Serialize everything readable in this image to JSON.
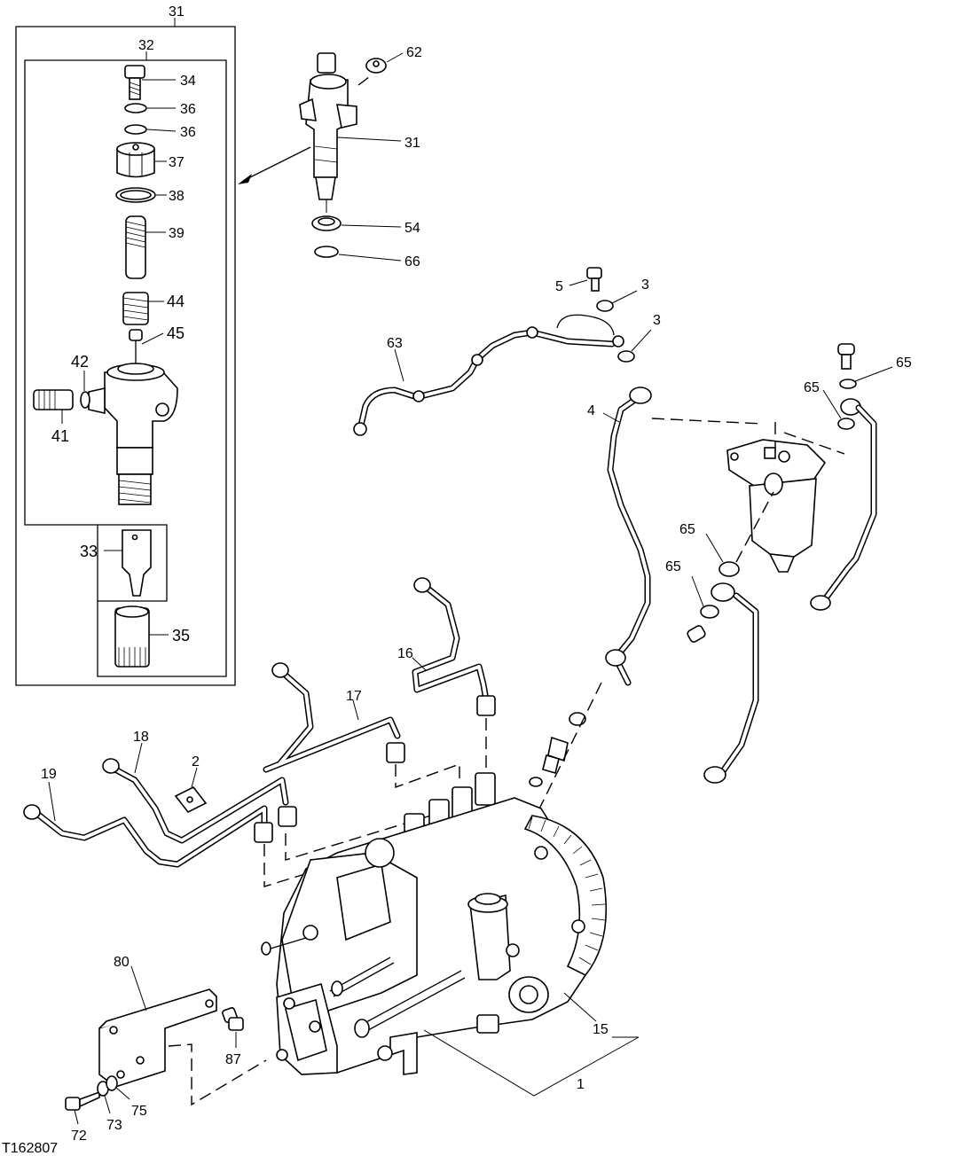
{
  "figure_id": "T162807",
  "callouts": {
    "c1": "1",
    "c2": "2",
    "c3a": "3",
    "c3b": "3",
    "c4": "4",
    "c5": "5",
    "c15": "15",
    "c16": "16",
    "c17": "17",
    "c18": "18",
    "c19": "19",
    "c31a": "31",
    "c31b": "31",
    "c32": "32",
    "c33": "33",
    "c34": "34",
    "c35": "35",
    "c36a": "36",
    "c36b": "36",
    "c37": "37",
    "c38": "38",
    "c39": "39",
    "c41": "41",
    "c42": "42",
    "c44": "44",
    "c45": "45",
    "c54": "54",
    "c62": "62",
    "c63": "63",
    "c65a": "65",
    "c65b": "65",
    "c65c": "65",
    "c65d": "65",
    "c66": "66",
    "c72": "72",
    "c73": "73",
    "c75": "75",
    "c80": "80",
    "c87": "87"
  }
}
